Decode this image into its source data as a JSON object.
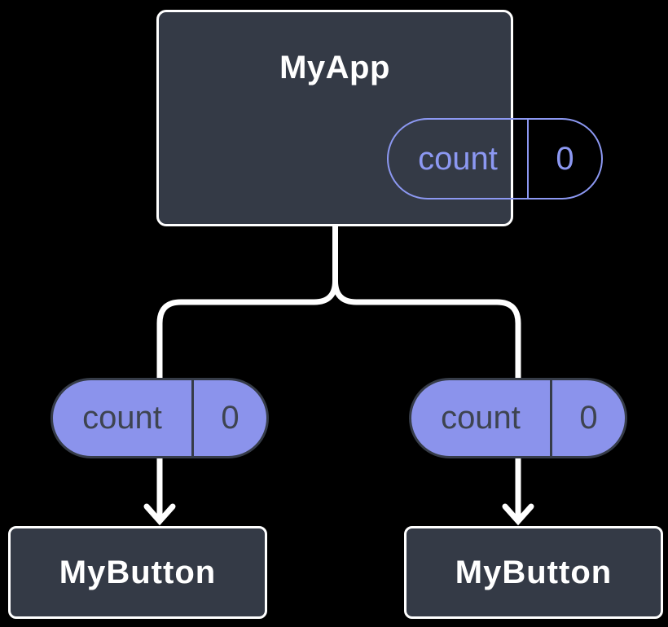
{
  "colors": {
    "background": "#000000",
    "node_fill": "#343A46",
    "node_border": "#FFFFFF",
    "node_text": "#FFFFFF",
    "pill_fill": "#8B93EC",
    "pill_outline": "#8C98F2",
    "pill_dark_text": "#3E4450",
    "connector": "#FFFFFF"
  },
  "root_node": {
    "title": "MyApp",
    "state_pill": {
      "name": "count",
      "value": "0"
    }
  },
  "branches": {
    "left": {
      "state_pill": {
        "name": "count",
        "value": "0"
      },
      "child": {
        "title": "MyButton"
      }
    },
    "right": {
      "state_pill": {
        "name": "count",
        "value": "0"
      },
      "child": {
        "title": "MyButton"
      }
    }
  }
}
